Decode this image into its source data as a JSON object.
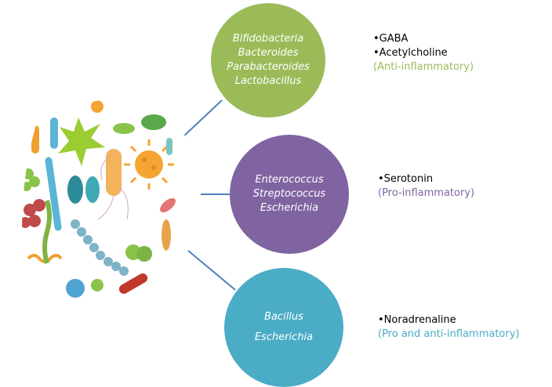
{
  "groups": [
    {
      "bacteria": [
        "Bifidobacteria",
        "Bacteroides",
        "Parabacteroides",
        "Lactobacillus"
      ],
      "neurotransmitters": [
        "•GABA",
        "•Acetylcholine"
      ],
      "effect": "(Anti-inflammatory)",
      "color": "#9bbb59"
    },
    {
      "bacteria": [
        "Enterococcus",
        "Streptococcus",
        "Escherichia"
      ],
      "neurotransmitters": [
        "•Serotonin"
      ],
      "effect": "(Pro-inflammatory)",
      "color": "#8064a2"
    },
    {
      "bacteria": [
        "Bacillus",
        "Escherichia"
      ],
      "neurotransmitters": [
        "•Noradrenaline"
      ],
      "effect": "(Pro and anti-inflammatory)",
      "color": "#4bacc6"
    }
  ],
  "connector_color": "#4f81bd",
  "microbe_illustration": "gut-microbiota-cartoon"
}
